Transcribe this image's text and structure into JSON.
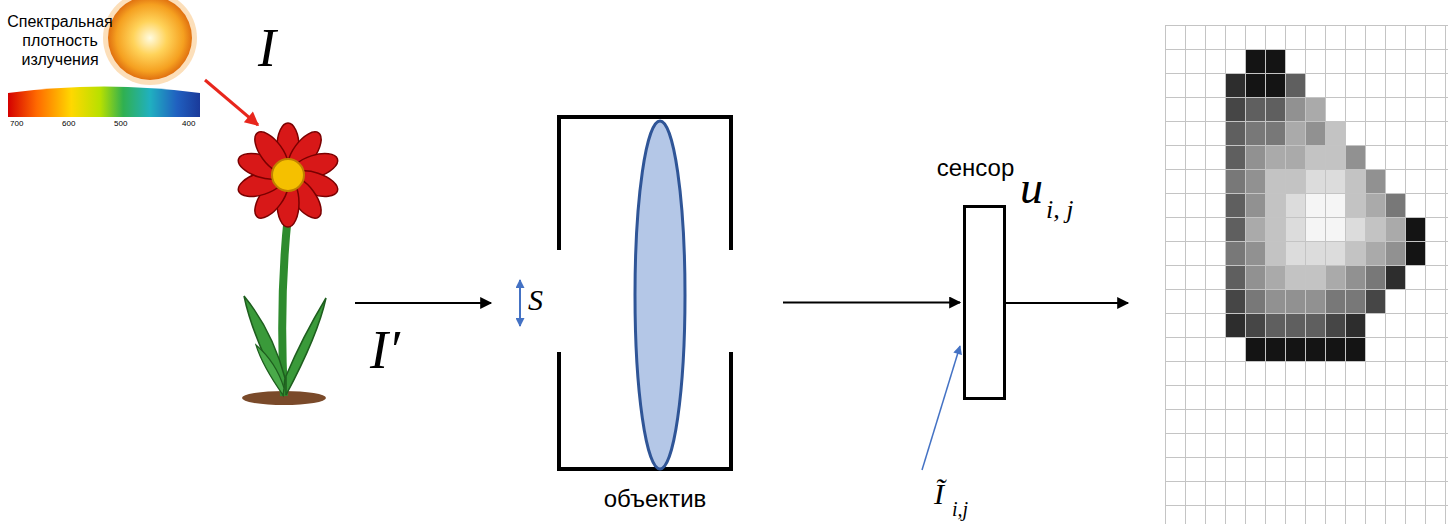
{
  "diagram": {
    "nodes": [
      {
        "text": [
          "объектив"
        ]
      },
      {
        "text": [
          "сенсор"
        ]
      }
    ],
    "edges": [
      {
        "from": 0,
        "to": 1,
        "arrow": "to"
      }
    ],
    "labels": [
      "Спектральная плотность излучения",
      "700",
      "600",
      "500",
      "400",
      "I",
      "I′",
      "S",
      "u",
      "i, j",
      "Ĩ",
      "i,j"
    ]
  }
}
